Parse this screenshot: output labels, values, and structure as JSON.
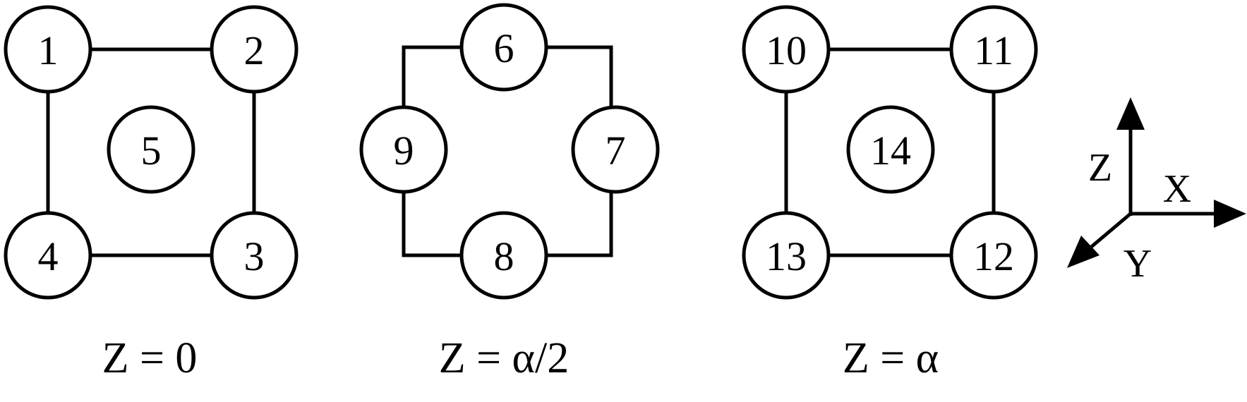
{
  "panels": [
    {
      "caption": "Z = 0",
      "nodes": [
        {
          "label": "1"
        },
        {
          "label": "2"
        },
        {
          "label": "3"
        },
        {
          "label": "4"
        },
        {
          "label": "5"
        }
      ]
    },
    {
      "caption": "Z = α/2",
      "nodes": [
        {
          "label": "6"
        },
        {
          "label": "7"
        },
        {
          "label": "8"
        },
        {
          "label": "9"
        }
      ]
    },
    {
      "caption": "Z = α",
      "nodes": [
        {
          "label": "10"
        },
        {
          "label": "11"
        },
        {
          "label": "12"
        },
        {
          "label": "13"
        },
        {
          "label": "14"
        }
      ]
    }
  ],
  "axes": {
    "z_label": "Z",
    "x_label": "X",
    "y_label": "Y"
  }
}
